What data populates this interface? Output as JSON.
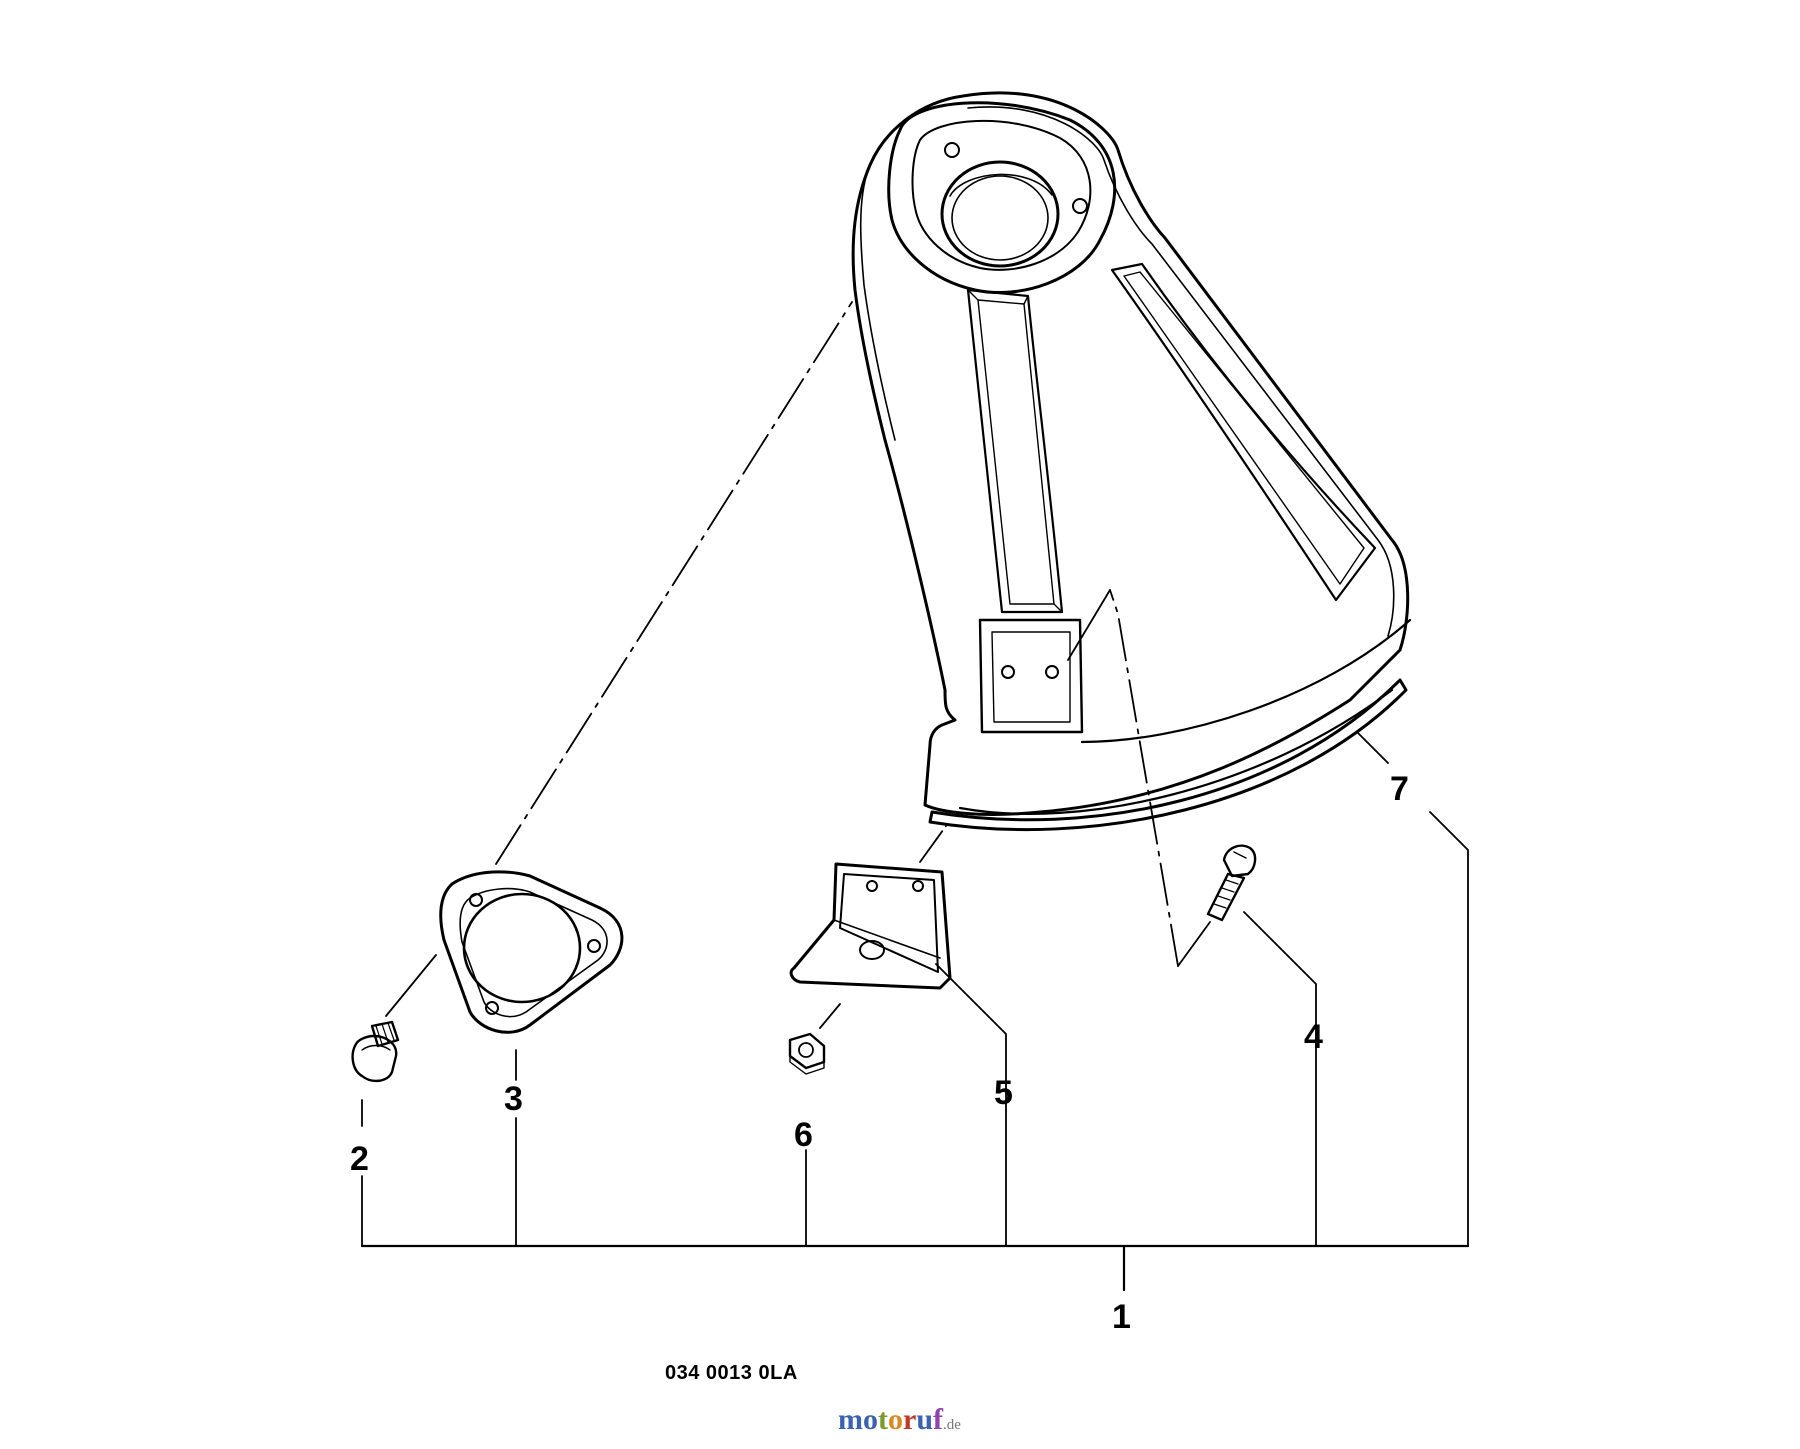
{
  "diagram": {
    "callouts": {
      "c1": "1",
      "c2": "2",
      "c3": "3",
      "c4": "4",
      "c5": "5",
      "c6": "6",
      "c7": "7"
    },
    "drawing_code": "034 0013 0LA",
    "watermark": {
      "text": "motoruf",
      "suffix": ".de",
      "letter_colors": [
        "#3a62b0",
        "#3a62b0",
        "#7a9a2e",
        "#d68a1f",
        "#c0392b",
        "#3a62b0",
        "#8e44ad"
      ]
    },
    "parts": [
      "guard-housing",
      "screw",
      "clamp-plate",
      "screw-long",
      "bracket",
      "hex-nut",
      "cutting-edge-strip"
    ],
    "line_color": "#000000",
    "background": "#ffffff"
  }
}
